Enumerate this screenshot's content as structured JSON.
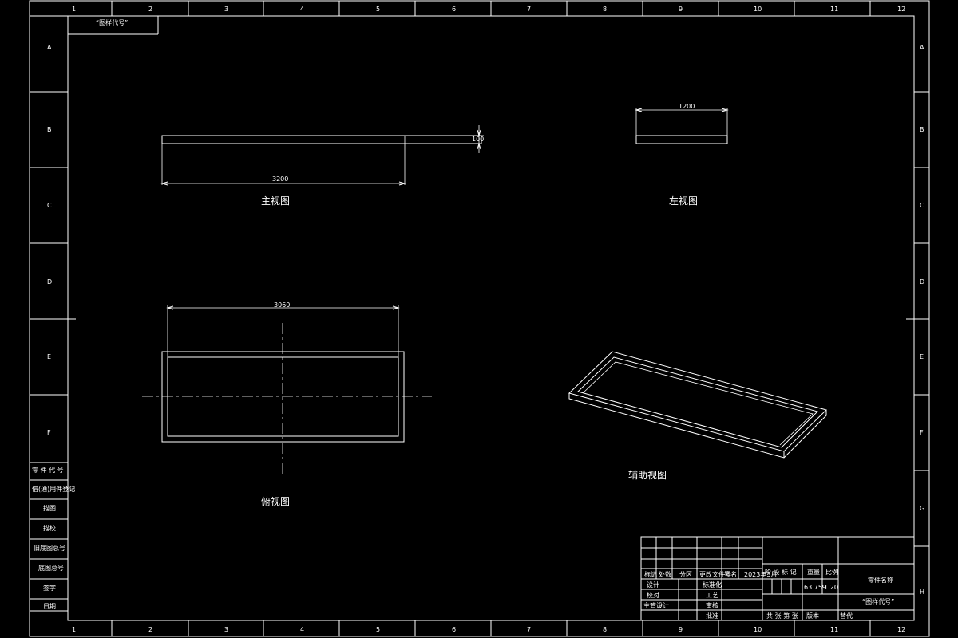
{
  "frame": {
    "columns": [
      "1",
      "2",
      "3",
      "4",
      "5",
      "6",
      "7",
      "8",
      "9",
      "10",
      "11",
      "12"
    ],
    "rows": [
      "A",
      "B",
      "C",
      "D",
      "E",
      "F",
      "G",
      "H"
    ]
  },
  "top_left_box": "“图样代号”",
  "views": {
    "main": "主视图",
    "left": "左视图",
    "top": "俯视图",
    "aux": "辅助视图"
  },
  "dimensions": {
    "main_length": "3200",
    "main_height": "100",
    "left_width": "1200",
    "top_length": "3060"
  },
  "left_panel": [
    "零 件 代 号",
    "借(通)用件登记",
    "描图",
    "描校",
    "旧底图总号",
    "底图总号",
    "签字",
    "日期"
  ],
  "title_block": {
    "header": [
      "标记",
      "处数",
      "分区",
      "更改文件号",
      "签名",
      "2023年3月"
    ],
    "r1": [
      "设计",
      "标准化"
    ],
    "r2": [
      "校对",
      "工艺"
    ],
    "r3": [
      "主管设计",
      "审核"
    ],
    "r4": [
      "批准"
    ],
    "stage_label": "阶 段 标 记",
    "weight_label": "重量",
    "scale_label": "比例",
    "weight": "63.759",
    "scale": "1:20",
    "part_name": "零件名称",
    "drawing_no": "“图样代号”",
    "sheets": "共 张 第 张",
    "version": "版本",
    "replace": "替代"
  }
}
